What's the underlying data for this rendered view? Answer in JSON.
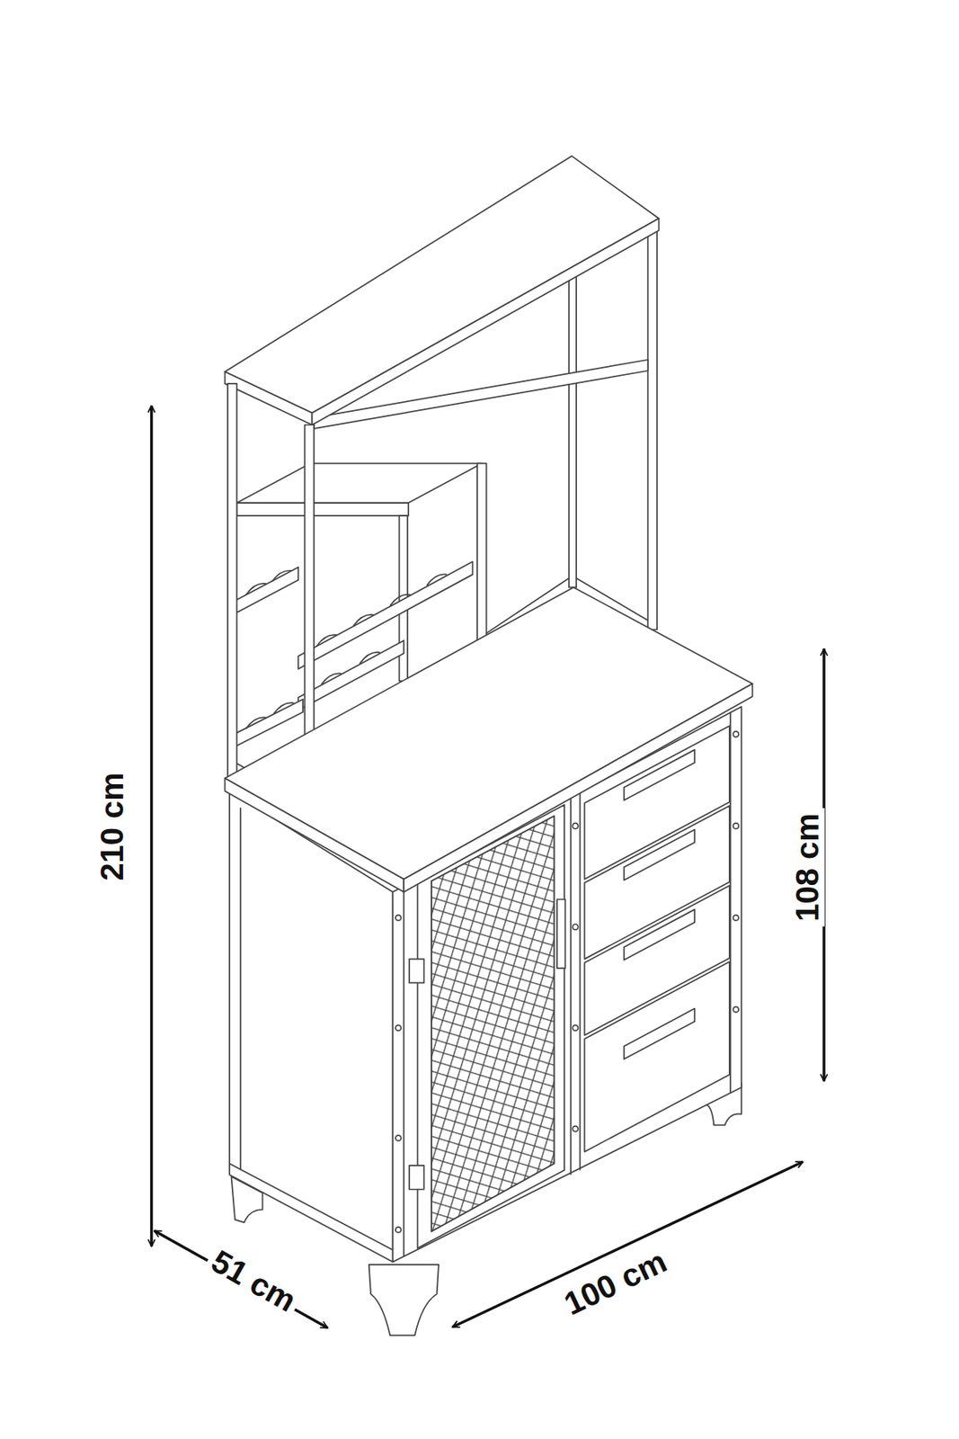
{
  "diagram": {
    "labels": [
      "210 cm",
      "108 cm",
      "51 cm",
      "100 cm"
    ]
  }
}
